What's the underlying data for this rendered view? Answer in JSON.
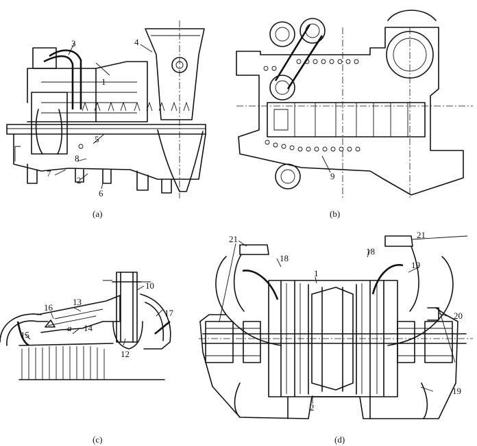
{
  "panels": [
    {
      "id": "a",
      "caption": "(a)",
      "labels": [
        "1",
        "2",
        "3",
        "4",
        "5",
        "6",
        "7",
        "8"
      ]
    },
    {
      "id": "b",
      "caption": "(b)",
      "labels": [
        "9"
      ]
    },
    {
      "id": "c",
      "caption": "(c)",
      "labels": [
        "10",
        "12",
        "13",
        "14",
        "15",
        "16",
        "17",
        "a"
      ]
    },
    {
      "id": "d",
      "caption": "(d)",
      "labels": [
        "1",
        "2",
        "18",
        "18",
        "19",
        "19",
        "20",
        "21",
        "21"
      ]
    }
  ]
}
